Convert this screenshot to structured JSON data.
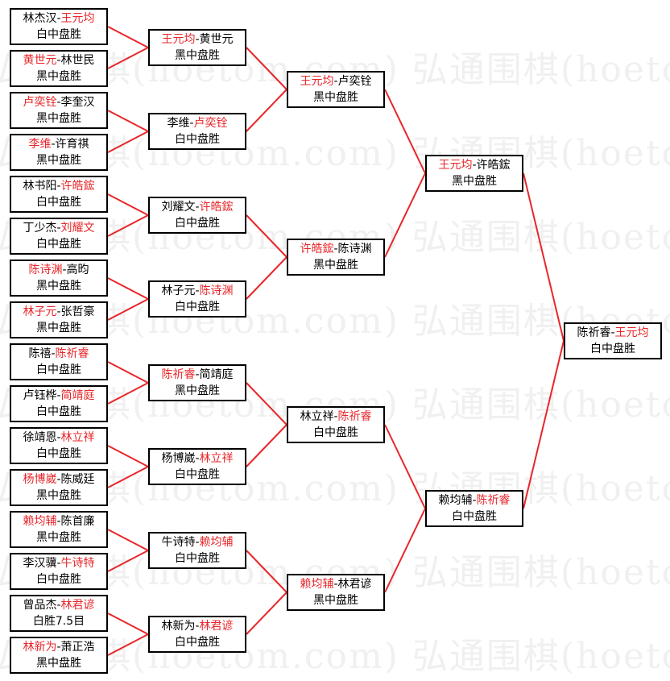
{
  "watermark": "弘通围棋(hoetom.com)",
  "colors": {
    "winner": "#e8262a",
    "connector": "#e8262a",
    "border": "#000000"
  },
  "rounds": [
    [
      {
        "a": "林杰汉",
        "b": "王元均",
        "winner": 1,
        "result": "白中盘胜"
      },
      {
        "a": "黄世元",
        "b": "林世民",
        "winner": 0,
        "result": "黑中盘胜"
      },
      {
        "a": "卢奕铨",
        "b": "李奎汉",
        "winner": 0,
        "result": "黑中盘胜"
      },
      {
        "a": "李维",
        "b": "许育祺",
        "winner": 0,
        "result": "黑中盘胜"
      },
      {
        "a": "林书阳",
        "b": "许皓鋐",
        "winner": 1,
        "result": "白中盘胜"
      },
      {
        "a": "丁少杰",
        "b": "刘耀文",
        "winner": 1,
        "result": "白中盘胜"
      },
      {
        "a": "陈诗渊",
        "b": "高昀",
        "winner": 0,
        "result": "黑中盘胜"
      },
      {
        "a": "林子元",
        "b": "张哲豪",
        "winner": 0,
        "result": "黑中盘胜"
      },
      {
        "a": "陈禧",
        "b": "陈祈睿",
        "winner": 1,
        "result": "白中盘胜"
      },
      {
        "a": "卢钰桦",
        "b": "简靖庭",
        "winner": 1,
        "result": "白中盘胜"
      },
      {
        "a": "徐靖恩",
        "b": "林立祥",
        "winner": 1,
        "result": "白中盘胜"
      },
      {
        "a": "杨博崴",
        "b": "陈威廷",
        "winner": 0,
        "result": "黑中盘胜"
      },
      {
        "a": "赖均辅",
        "b": "陈首廉",
        "winner": 0,
        "result": "黑中盘胜"
      },
      {
        "a": "李汉骥",
        "b": "牛诗特",
        "winner": 1,
        "result": "白中盘胜"
      },
      {
        "a": "曾品杰",
        "b": "林君谚",
        "winner": 1,
        "result": "白胜7.5目"
      },
      {
        "a": "林新为",
        "b": "萧正浩",
        "winner": 0,
        "result": "黑中盘胜"
      }
    ],
    [
      {
        "a": "王元均",
        "b": "黄世元",
        "winner": 0,
        "result": "黑中盘胜"
      },
      {
        "a": "李维",
        "b": "卢奕铨",
        "winner": 1,
        "result": "白中盘胜"
      },
      {
        "a": "刘耀文",
        "b": "许皓鋐",
        "winner": 1,
        "result": "白中盘胜"
      },
      {
        "a": "林子元",
        "b": "陈诗渊",
        "winner": 1,
        "result": "白中盘胜"
      },
      {
        "a": "陈祈睿",
        "b": "简靖庭",
        "winner": 0,
        "result": "黑中盘胜"
      },
      {
        "a": "杨博崴",
        "b": "林立祥",
        "winner": 1,
        "result": "白中盘胜"
      },
      {
        "a": "牛诗特",
        "b": "赖均辅",
        "winner": 1,
        "result": "白中盘胜"
      },
      {
        "a": "林新为",
        "b": "林君谚",
        "winner": 1,
        "result": "白中盘胜"
      }
    ],
    [
      {
        "a": "王元均",
        "b": "卢奕铨",
        "winner": 0,
        "result": "黑中盘胜"
      },
      {
        "a": "许皓鋐",
        "b": "陈诗渊",
        "winner": 0,
        "result": "黑中盘胜"
      },
      {
        "a": "林立祥",
        "b": "陈祈睿",
        "winner": 1,
        "result": "白中盘胜"
      },
      {
        "a": "赖均辅",
        "b": "林君谚",
        "winner": 0,
        "result": "黑中盘胜"
      }
    ],
    [
      {
        "a": "王元均",
        "b": "许皓鋐",
        "winner": 0,
        "result": "黑中盘胜"
      },
      {
        "a": "赖均辅",
        "b": "陈祈睿",
        "winner": 1,
        "result": "白中盘胜"
      }
    ],
    [
      {
        "a": "陈祈睿",
        "b": "王元均",
        "winner": 1,
        "result": "白中盘胜"
      }
    ]
  ]
}
